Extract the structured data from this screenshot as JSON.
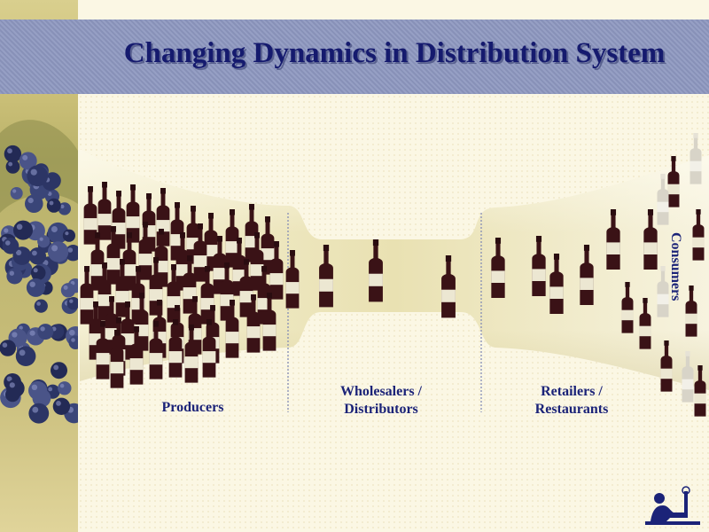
{
  "slide": {
    "title": "Changing Dynamics in Distribution System"
  },
  "stages": {
    "producers": "Producers",
    "wholesalers": [
      "Wholesalers /",
      "Distributors"
    ],
    "retailers": [
      "Retailers /",
      "Restaurants"
    ],
    "consumers": "Consumers"
  },
  "icons": {
    "item": "wine-bottle-icon",
    "logo": "figure-logo-icon",
    "background": "grape-cluster-icon"
  },
  "colors": {
    "title": "#151a6e",
    "band": "#8d97bf",
    "bottle": "#3a1216",
    "bottle_label": "#ece7d2",
    "funnel": "#ebe4b8",
    "label_text": "#1b2378"
  }
}
